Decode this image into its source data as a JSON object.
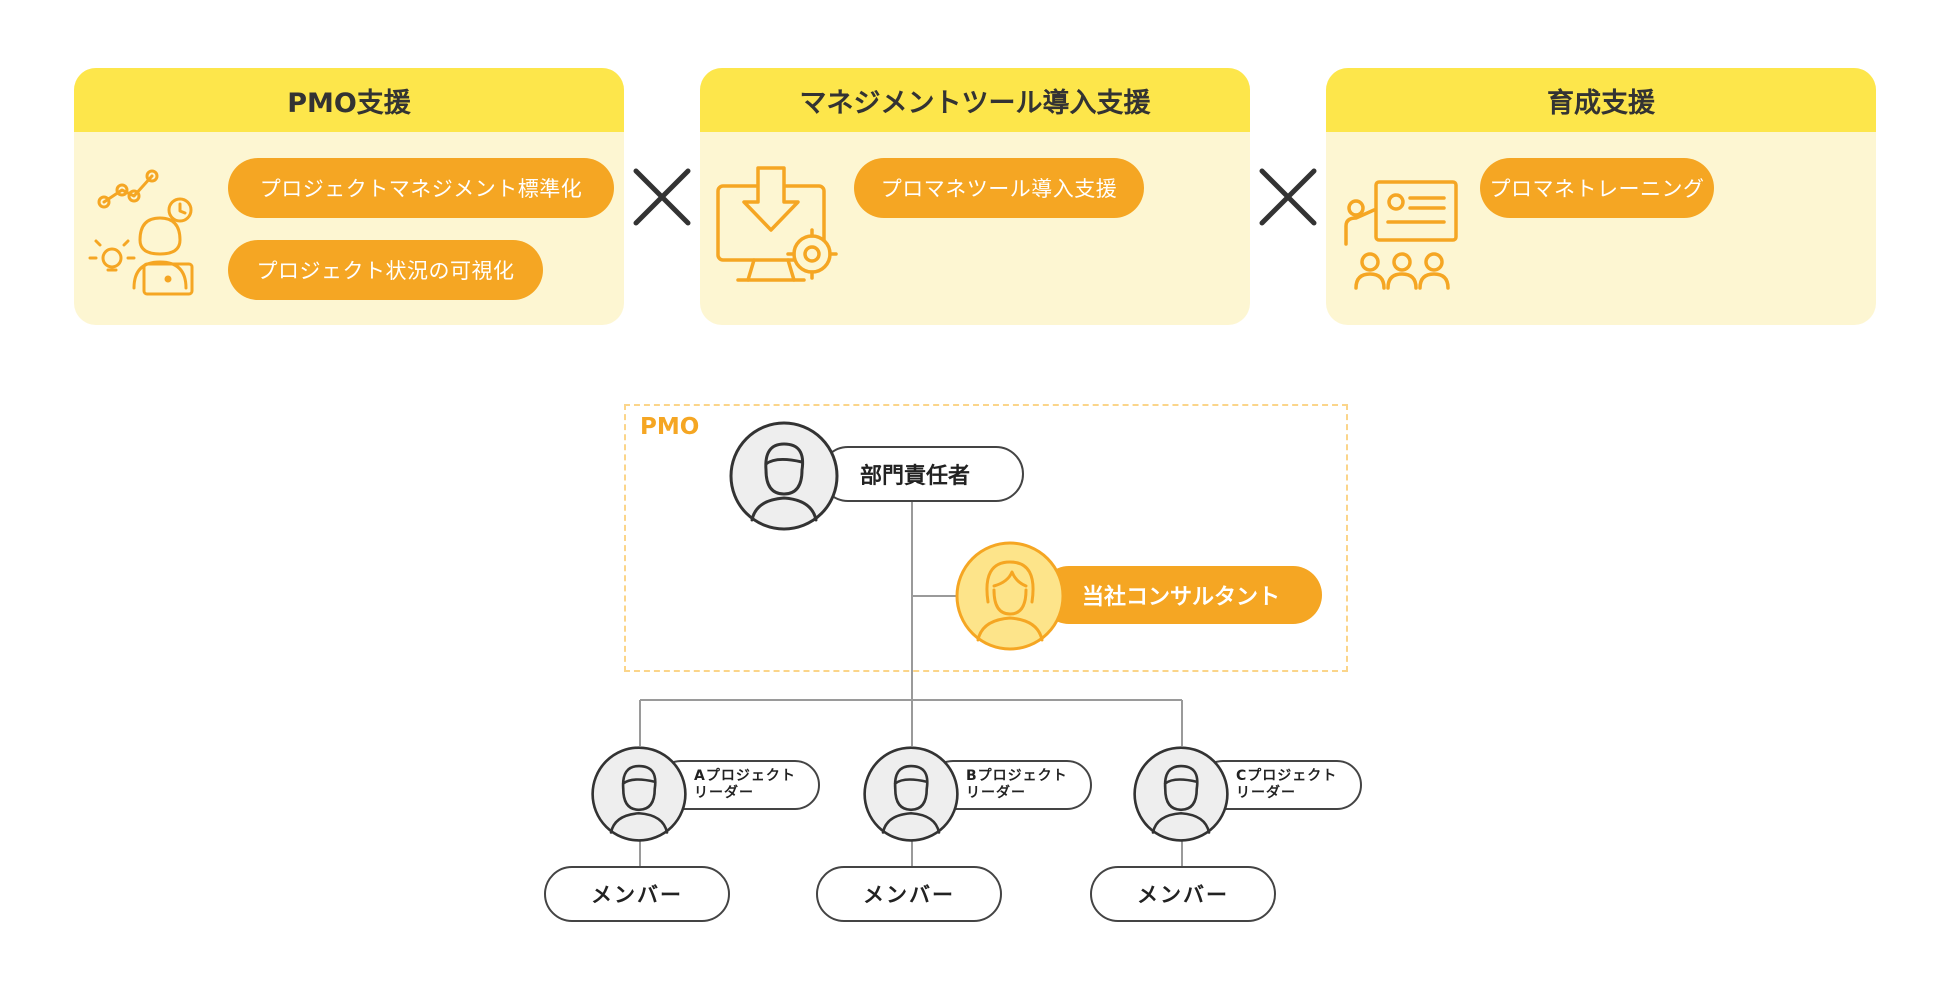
{
  "cards": [
    {
      "title": "PMO支援",
      "icon": "project-management-person-icon",
      "pills": [
        "プロジェクトマネジメント標準化",
        "プロジェクト状況の可視化"
      ]
    },
    {
      "title": "マネジメントツール導入支援",
      "icon": "monitor-download-gear-icon",
      "pills": [
        "プロマネツール導入支援"
      ]
    },
    {
      "title": "育成支援",
      "icon": "training-presentation-icon",
      "pills": [
        "プロマネトレーニング"
      ]
    }
  ],
  "operator": "×",
  "org": {
    "pmo_label": "PMO",
    "head": "部門責任者",
    "consultant": "当社コンサルタント",
    "leaders": [
      {
        "line1": "Aプロジェクト",
        "line2": "リーダー"
      },
      {
        "line1": "Bプロジェクト",
        "line2": "リーダー"
      },
      {
        "line1": "Cプロジェクト",
        "line2": "リーダー"
      }
    ],
    "members": [
      "メンバー",
      "メンバー",
      "メンバー"
    ]
  },
  "colors": {
    "accent": "#f5a623",
    "header_yellow": "#fde64b",
    "card_bg": "#fdf6d2"
  }
}
